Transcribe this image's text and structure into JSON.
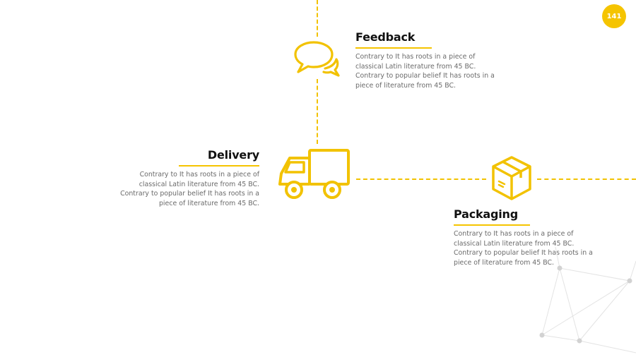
{
  "slide": {
    "page_number": "141"
  },
  "colors": {
    "accent": "#f5c400",
    "heading": "#111111",
    "body_text": "#6b6b6b"
  },
  "items": [
    {
      "title": "Feedback",
      "icon": "chat-bubbles-icon",
      "text": "Contrary to It has roots in a piece of\nclassical Latin literature from 45 BC.\nContrary to popular belief It has roots in a\npiece of literature from 45 BC."
    },
    {
      "title": "Delivery",
      "icon": "delivery-truck-icon",
      "text": "Contrary to It has roots in a piece of\nclassical Latin literature from 45 BC.\nContrary to popular belief It has roots in a\npiece of literature from 45 BC."
    },
    {
      "title": "Packaging",
      "icon": "package-box-icon",
      "text": "Contrary to It has roots in a piece of\nclassical Latin literature from 45 BC.\nContrary to popular belief It has roots in a\npiece of literature from 45 BC."
    }
  ]
}
